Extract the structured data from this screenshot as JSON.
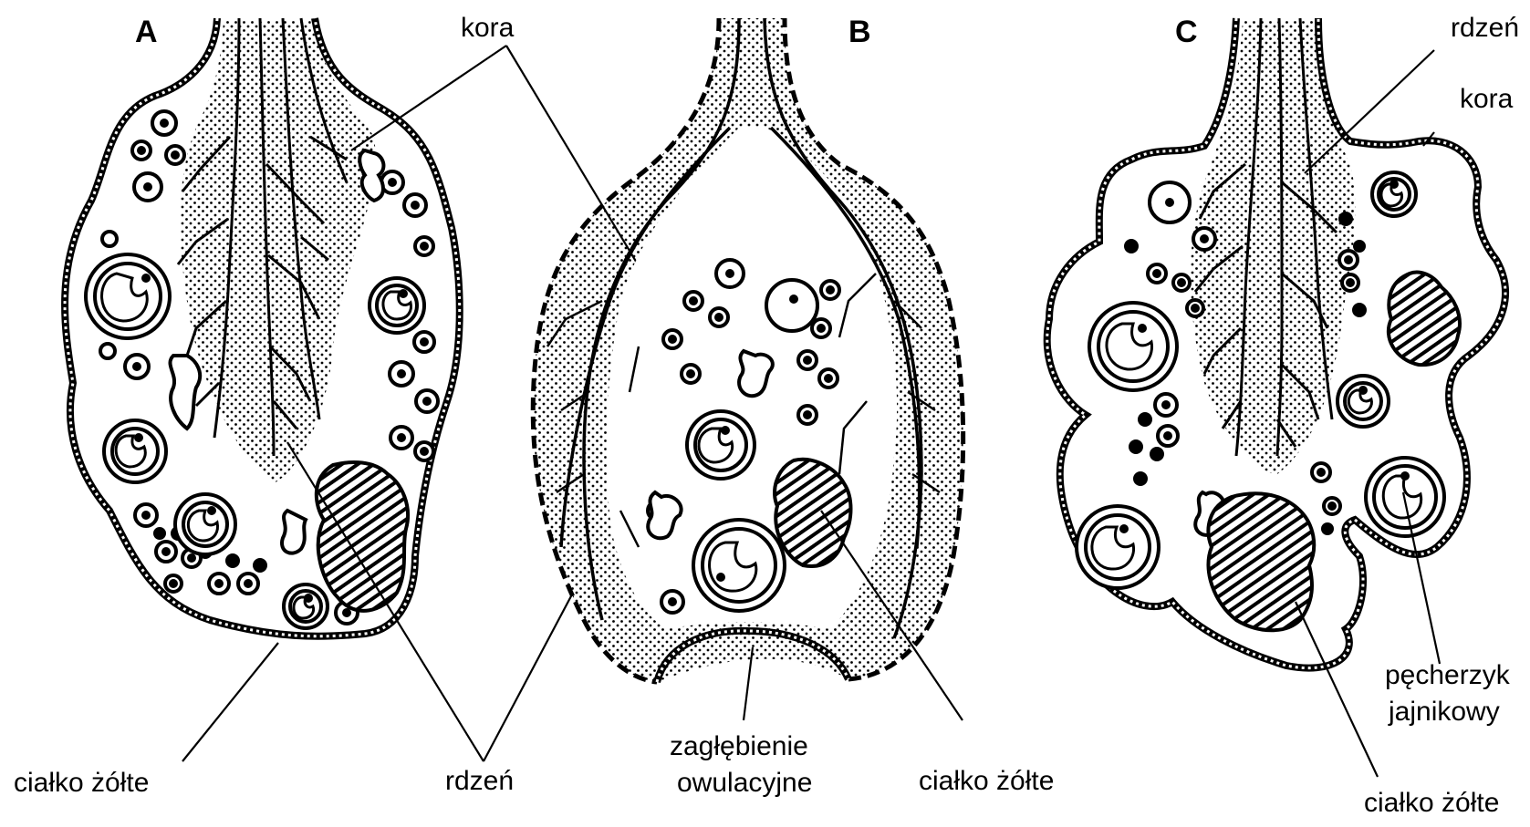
{
  "panels": [
    {
      "letter": "A"
    },
    {
      "letter": "B"
    },
    {
      "letter": "C"
    }
  ],
  "labels": {
    "a_kora": "kora",
    "a_cialko_zolte": "ciałko żółte",
    "ab_rdzen": "rdzeń",
    "b_zaglebienie_line1": "zagłębienie",
    "b_zaglebienie_line2": "owulacyjne",
    "b_cialko_zolte": "ciałko żółte",
    "c_rdzen": "rdzeń",
    "c_kora": "kora",
    "c_pecherzyk_line1": "pęcherzyk",
    "c_pecherzyk_line2": "jajnikowy",
    "c_cialko_zolte": "ciałko żółte"
  }
}
